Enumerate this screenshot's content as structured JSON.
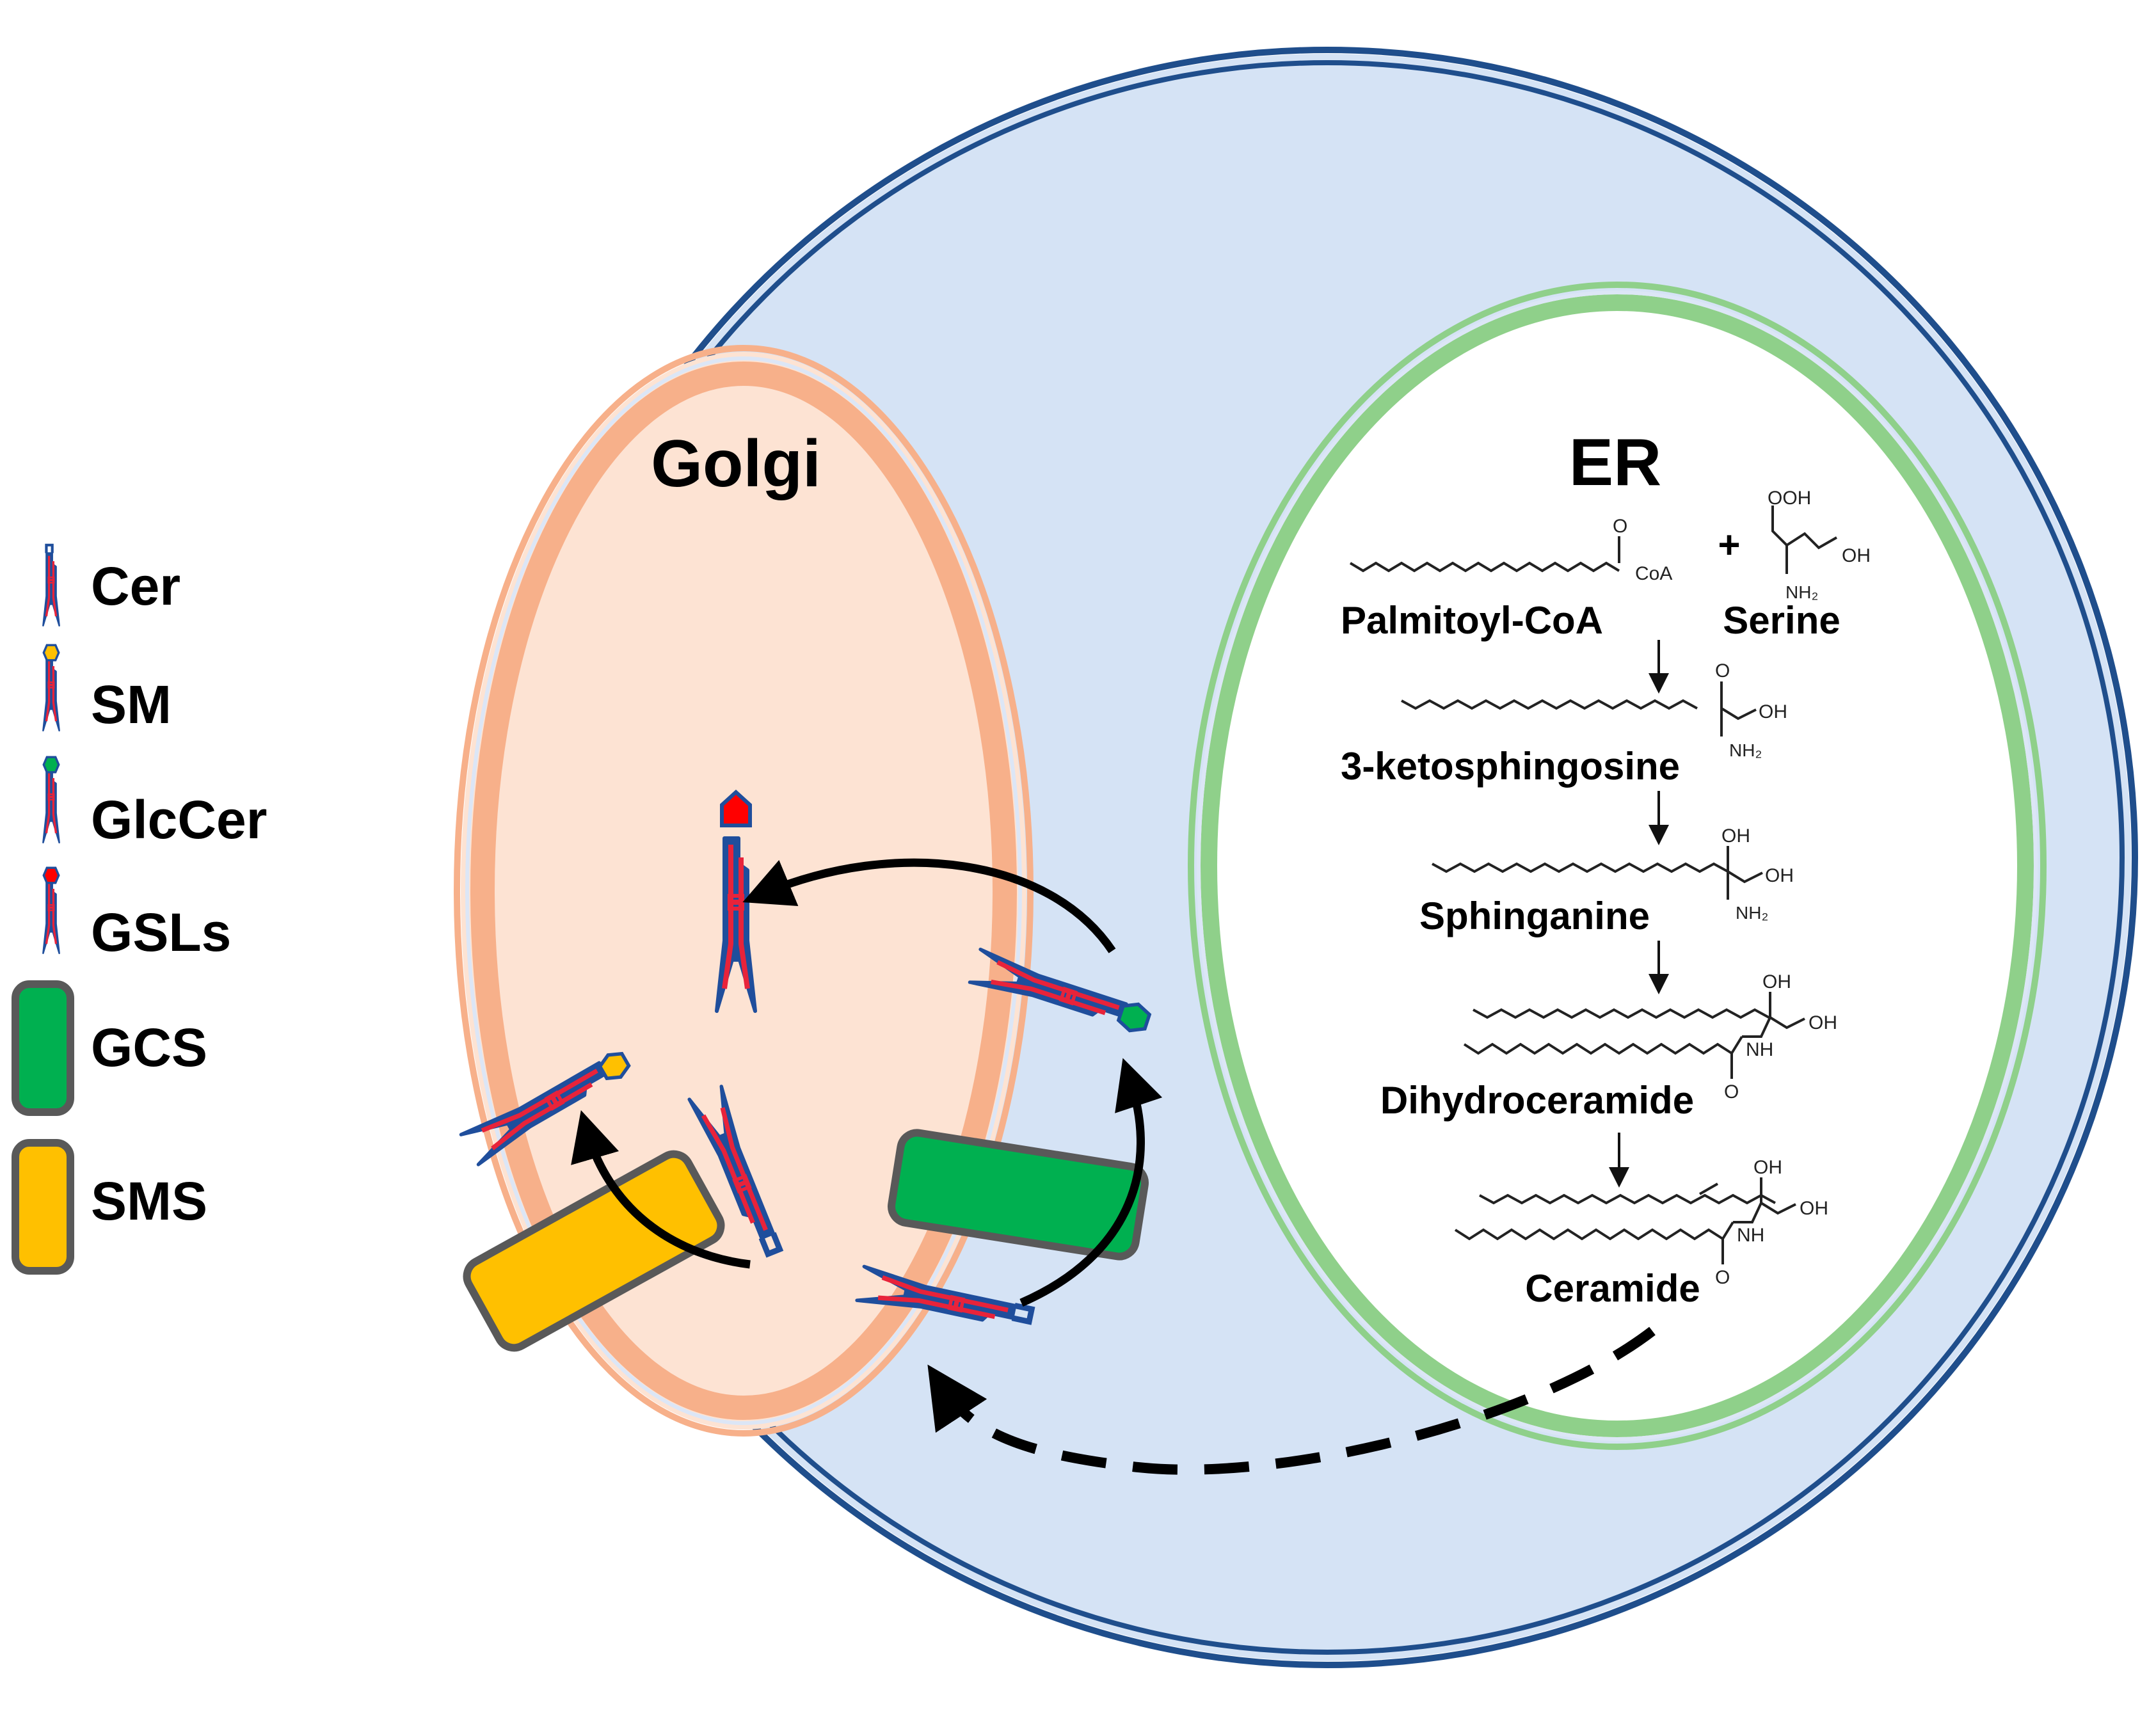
{
  "organelles": {
    "golgi_label": "Golgi",
    "er_label": "ER"
  },
  "legend": {
    "items": [
      {
        "label": "Cer",
        "icon": "ceramide-icon",
        "head": "none"
      },
      {
        "label": "SM",
        "icon": "sphingomyelin-icon",
        "head": "#ffc000"
      },
      {
        "label": "GlcCer",
        "icon": "glucosylceramide-icon",
        "head": "#00b050"
      },
      {
        "label": "GSLs",
        "icon": "glycosphingolipid-icon",
        "head": "#ff0000"
      },
      {
        "label": "GCS",
        "icon": "gcs-enzyme-icon",
        "color": "#00b050"
      },
      {
        "label": "SMS",
        "icon": "sms-enzyme-icon",
        "color": "#ffc000"
      }
    ]
  },
  "pathway": {
    "substrate_1": "Palmitoyl-CoA",
    "plus": "+",
    "substrate_2": "Serine",
    "steps": [
      "3-ketosphingosine",
      "Sphinganine",
      "Dihydroceramide",
      "Ceramide"
    ]
  },
  "chem_labels": {
    "o": "O",
    "coa": "CoA",
    "ooh": "OOH",
    "oh": "OH",
    "nh2": "NH₂",
    "nh": "NH"
  },
  "colors": {
    "cell_fill": "#d5e3f5",
    "cell_border": "#1f4e8c",
    "golgi_fill": "#fde3d3",
    "golgi_membrane": "#f7b08a",
    "er_fill": "#ffffff",
    "er_membrane": "#8fd08a",
    "lipid_outline": "#1f4e9c",
    "lipid_inner": "#e8233a",
    "sm_head": "#ffc000",
    "glccer_head": "#00b050",
    "gsl_head": "#ff0000",
    "gcs_color": "#00b050",
    "sms_color": "#ffc000"
  }
}
